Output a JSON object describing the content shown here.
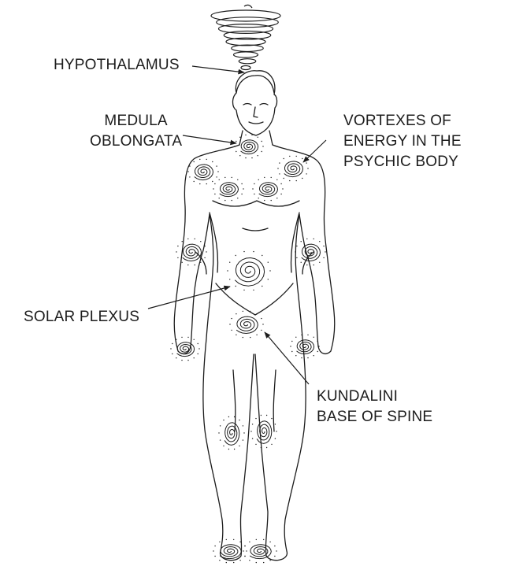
{
  "labels": {
    "hypothalamus": "HYPOTHALAMUS",
    "medula": [
      "MEDULA",
      "OBLONGATA"
    ],
    "vortexes": [
      "VORTEXES OF",
      "ENERGY IN THE",
      "PSYCHIC  BODY"
    ],
    "solar_plexus": "SOLAR PLEXUS",
    "kundalini": [
      "KUNDALINI",
      "BASE OF SPINE"
    ]
  },
  "colors": {
    "ink": "#1c1c1c",
    "paper": "#ffffff"
  }
}
